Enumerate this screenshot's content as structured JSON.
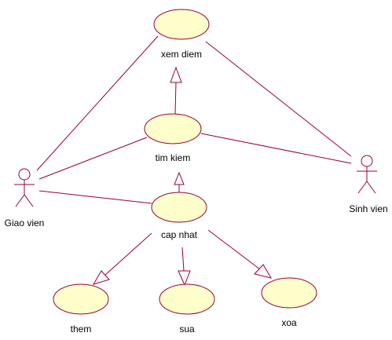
{
  "diagram": {
    "actors": {
      "teacher": "Giao vien",
      "student": "Sinh vien"
    },
    "use_cases": {
      "view_grades": "xem diem",
      "search": "tim kiem",
      "update": "cap nhat",
      "add": "them",
      "edit": "sua",
      "delete": "xoa"
    }
  }
}
